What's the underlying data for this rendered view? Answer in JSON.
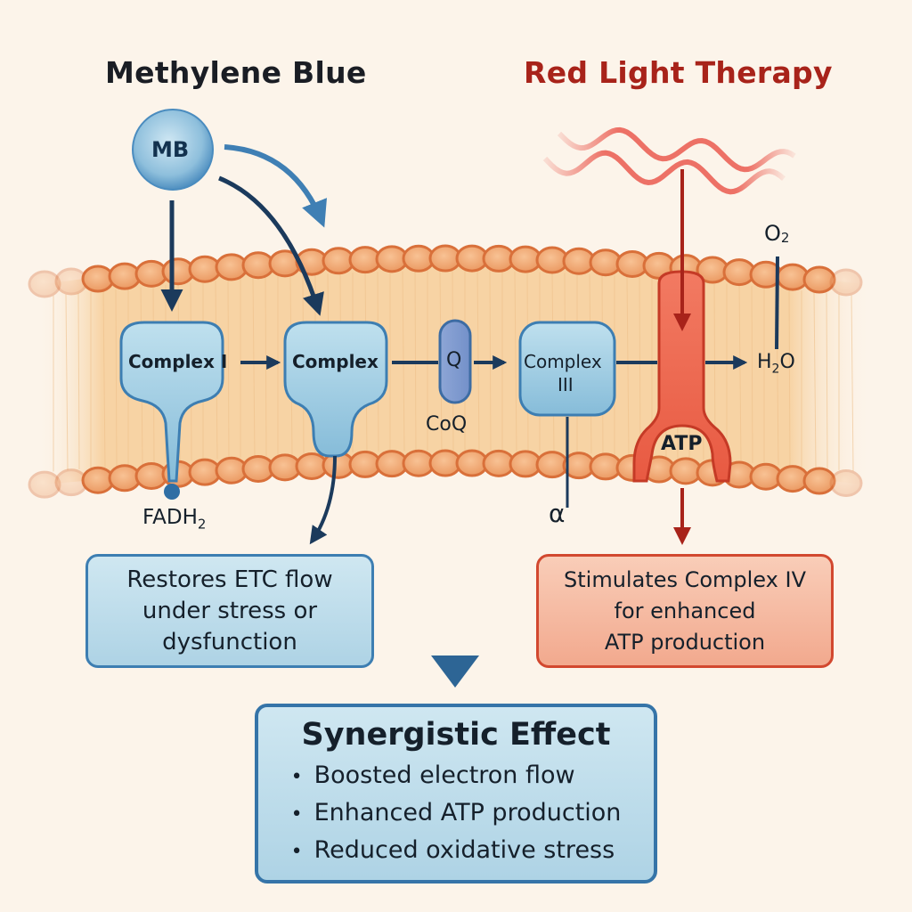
{
  "titles": {
    "left": "Methylene Blue",
    "right": "Red Light Therapy"
  },
  "colors": {
    "background": "#fcf4ea",
    "membrane": "#f6cf9d",
    "lipid_head": "#f0a674",
    "lipid_outline": "#d9703a",
    "mb_blue": "#3d7eb2",
    "dark_navy": "#1b3a5c",
    "rlt_red": "#b5241c",
    "rlt_title": "#a8231a",
    "complex_fill": "#a9d2e6",
    "complex4_fill": "#ef6a52"
  },
  "molecules": {
    "mb": "MB",
    "complex1": "Complex I",
    "complex2": "Complex",
    "q": "Q",
    "coq": "CoQ",
    "complex3_line1": "Complex",
    "complex3_line2": "III",
    "atp": "ATP",
    "fadh2_main": "FADH",
    "fadh2_sub": "2",
    "alpha": "α",
    "o2_main": "O",
    "o2_sub": "2",
    "h2o_h": "H",
    "h2o_sub": "2",
    "h2o_o": "O"
  },
  "boxes": {
    "mb_effect": {
      "lines": [
        "Restores ETC flow",
        "under stress or",
        "dysfunction"
      ]
    },
    "rlt_effect": {
      "lines": [
        "Stimulates Complex IV",
        "for enhanced",
        "ATP production"
      ]
    },
    "synergy": {
      "title": "Synergistic Effect",
      "bullets": [
        "Boosted electron flow",
        "Enhanced ATP production",
        "Reduced oxidative stress"
      ]
    }
  }
}
